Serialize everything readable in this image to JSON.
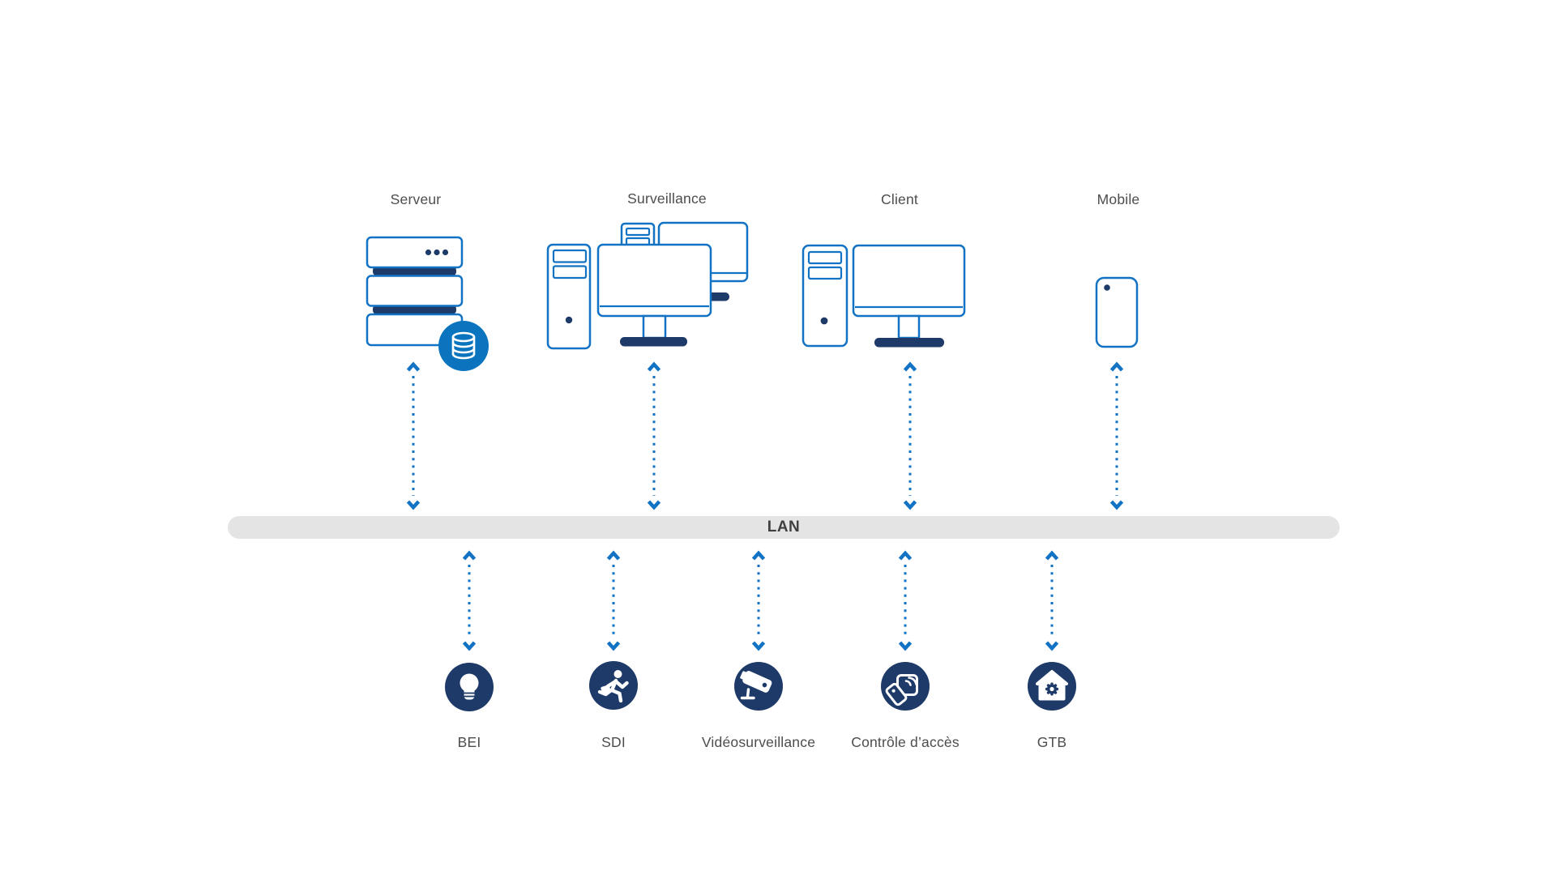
{
  "diagram": {
    "lan": {
      "label": "LAN"
    },
    "top_nodes": [
      {
        "label": "Serveur",
        "icon": "server-stack-icon"
      },
      {
        "label": "Surveillance",
        "icon": "surveillance-workstation-icon"
      },
      {
        "label": "Client",
        "icon": "client-workstation-icon"
      },
      {
        "label": "Mobile",
        "icon": "smartphone-icon"
      }
    ],
    "bottom_nodes": [
      {
        "label": "BEI",
        "icon": "lightbulb-icon"
      },
      {
        "label": "SDI",
        "icon": "running-person-icon"
      },
      {
        "label": "Vidéosurveillance",
        "icon": "cctv-camera-icon"
      },
      {
        "label": "Contrôle d’accès",
        "icon": "access-badge-icon"
      },
      {
        "label": "GTB",
        "icon": "home-gear-icon"
      }
    ],
    "connections": [
      {
        "from": "Serveur",
        "to": "LAN",
        "style": "dotted-double-arrow"
      },
      {
        "from": "Surveillance",
        "to": "LAN",
        "style": "dotted-double-arrow"
      },
      {
        "from": "Client",
        "to": "LAN",
        "style": "dotted-double-arrow"
      },
      {
        "from": "Mobile",
        "to": "LAN",
        "style": "dotted-double-arrow"
      },
      {
        "from": "LAN",
        "to": "BEI",
        "style": "dotted-double-arrow"
      },
      {
        "from": "LAN",
        "to": "SDI",
        "style": "dotted-double-arrow"
      },
      {
        "from": "LAN",
        "to": "Vidéosurveillance",
        "style": "dotted-double-arrow"
      },
      {
        "from": "LAN",
        "to": "Contrôle d’accès",
        "style": "dotted-double-arrow"
      },
      {
        "from": "LAN",
        "to": "GTB",
        "style": "dotted-double-arrow"
      }
    ],
    "colors": {
      "outline_blue": "#1272c3",
      "navy": "#1e3a68",
      "database_badge_blue": "#0b74be",
      "lan_bar_gray": "#e4e4e4",
      "label_gray": "#4d4d4d"
    }
  }
}
